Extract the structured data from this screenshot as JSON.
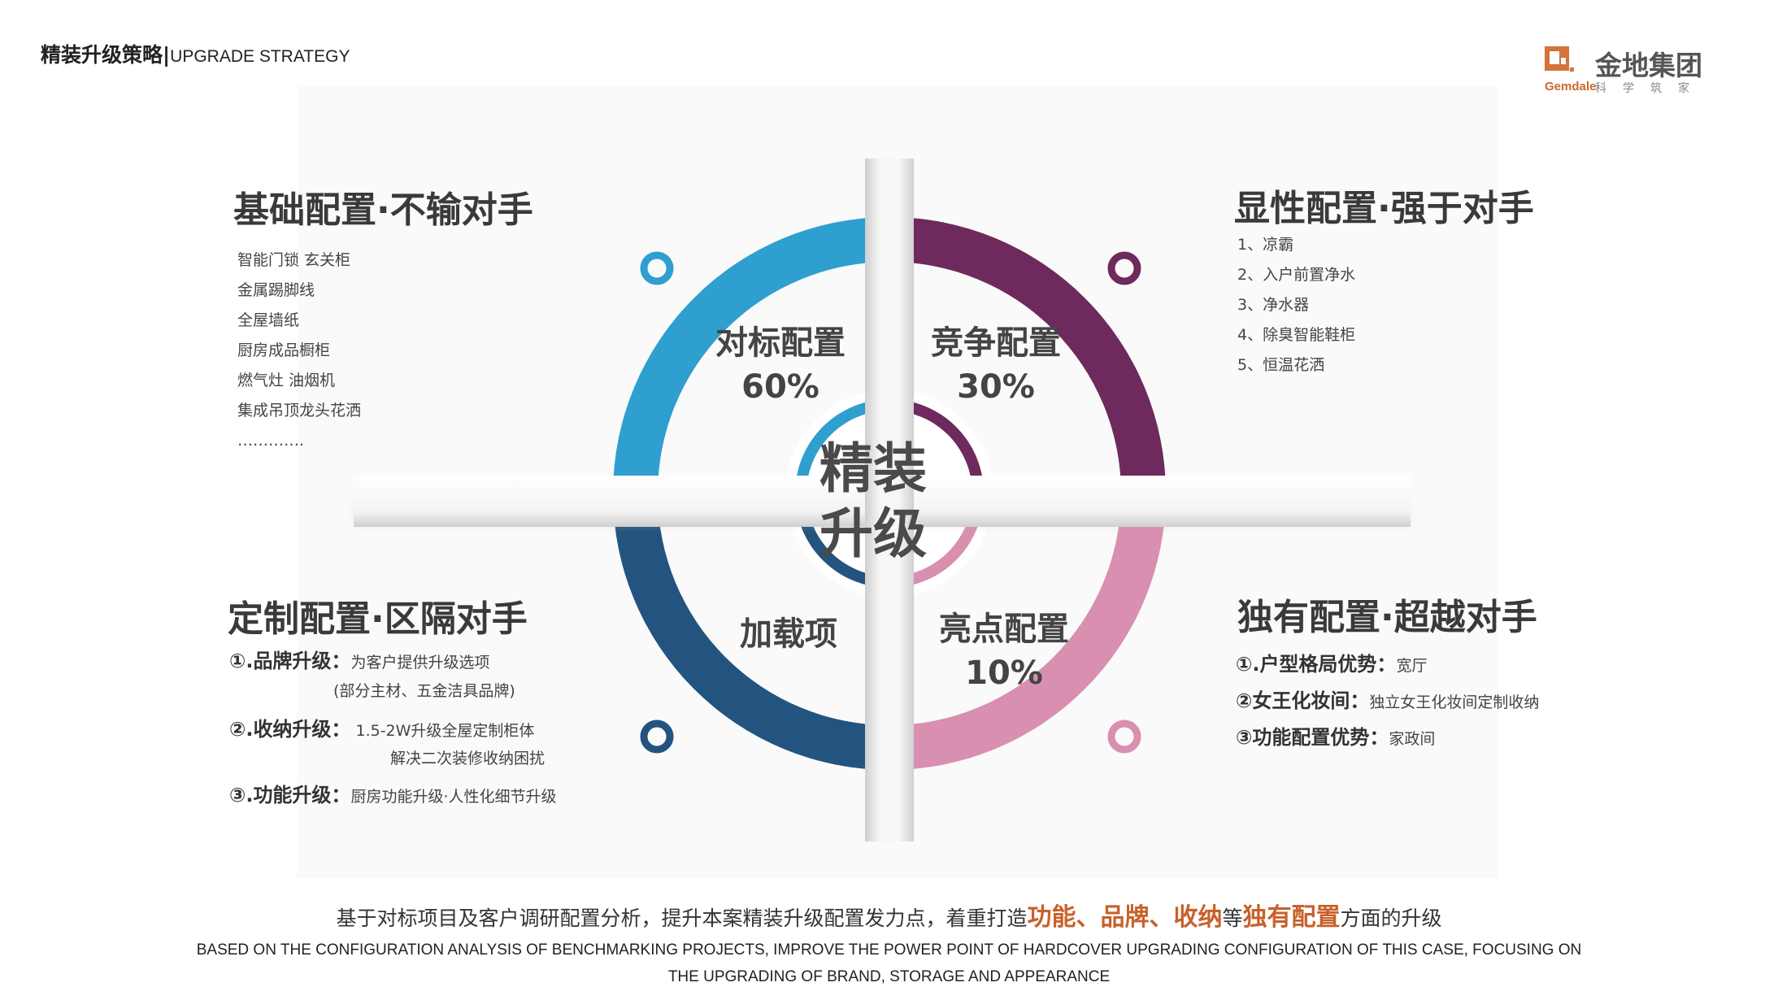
{
  "header": {
    "title_cn": "精装升级策略",
    "separator": "|",
    "title_en": "UPGRADE STRATEGY"
  },
  "logo": {
    "icon": "gemdale-logo-icon",
    "name": "金地集团",
    "english": "Gemdale",
    "slogan": "科学筑家"
  },
  "colors": {
    "blue_light": "#2f9fcf",
    "purple": "#6e2a5c",
    "blue_dark": "#23547f",
    "pink": "#d88fb0",
    "accent": "#c8612b"
  },
  "center": {
    "line1": "精装",
    "line2": "升级"
  },
  "segments": {
    "top_left": {
      "label": "对标配置",
      "value": "60%"
    },
    "top_right": {
      "label": "竞争配置",
      "value": "30%"
    },
    "bottom_left": {
      "label": "加载项"
    },
    "bottom_right": {
      "label": "亮点配置",
      "value": "10%"
    }
  },
  "quadrants": {
    "top_left": {
      "title": "基础配置·不输对手",
      "items": [
        "智能门锁 玄关柜",
        "金属踢脚线",
        "全屋墙纸",
        "厨房成品橱柜",
        "燃气灶 油烟机",
        "集成吊顶龙头花洒",
        "…………."
      ]
    },
    "top_right": {
      "title": "显性配置·强于对手",
      "items": [
        "1、凉霸",
        "2、入户前置净水",
        "3、净水器",
        "4、除臭智能鞋柜",
        "5、恒温花洒"
      ]
    },
    "bottom_left": {
      "title": "定制配置·区隔对手",
      "items": [
        {
          "key": "①.品牌升级：",
          "desc": "为客户提供升级选项",
          "desc2": "(部分主材、五金洁具品牌)"
        },
        {
          "key": "②.收纳升级：",
          "desc": " 1.5-2W升级全屋定制柜体",
          "desc2": "解决二次装修收纳困扰"
        },
        {
          "key": "③.功能升级：",
          "desc": "厨房功能升级·人性化细节升级"
        }
      ]
    },
    "bottom_right": {
      "title": "独有配置·超越对手",
      "items": [
        {
          "key": "①.户型格局优势：",
          "desc": "宽厅"
        },
        {
          "key": "②女王化妆间：",
          "desc": "独立女王化妆间定制收纳"
        },
        {
          "key": "③功能配置优势：",
          "desc": "家政间"
        }
      ]
    }
  },
  "summary": {
    "part1": "基于对标项目及客户调研配置分析，提升本案精装升级配置发力点，着重打造",
    "hl1": "功能、品牌、收纳",
    "part2": "等",
    "hl2": "独有配置",
    "part3": "方面的升级",
    "english": "BASED ON THE CONFIGURATION ANALYSIS OF BENCHMARKING PROJECTS, IMPROVE THE POWER POINT OF HARDCOVER UPGRADING CONFIGURATION OF THIS CASE, FOCUSING ON THE UPGRADING OF BRAND, STORAGE AND APPEARANCE"
  }
}
